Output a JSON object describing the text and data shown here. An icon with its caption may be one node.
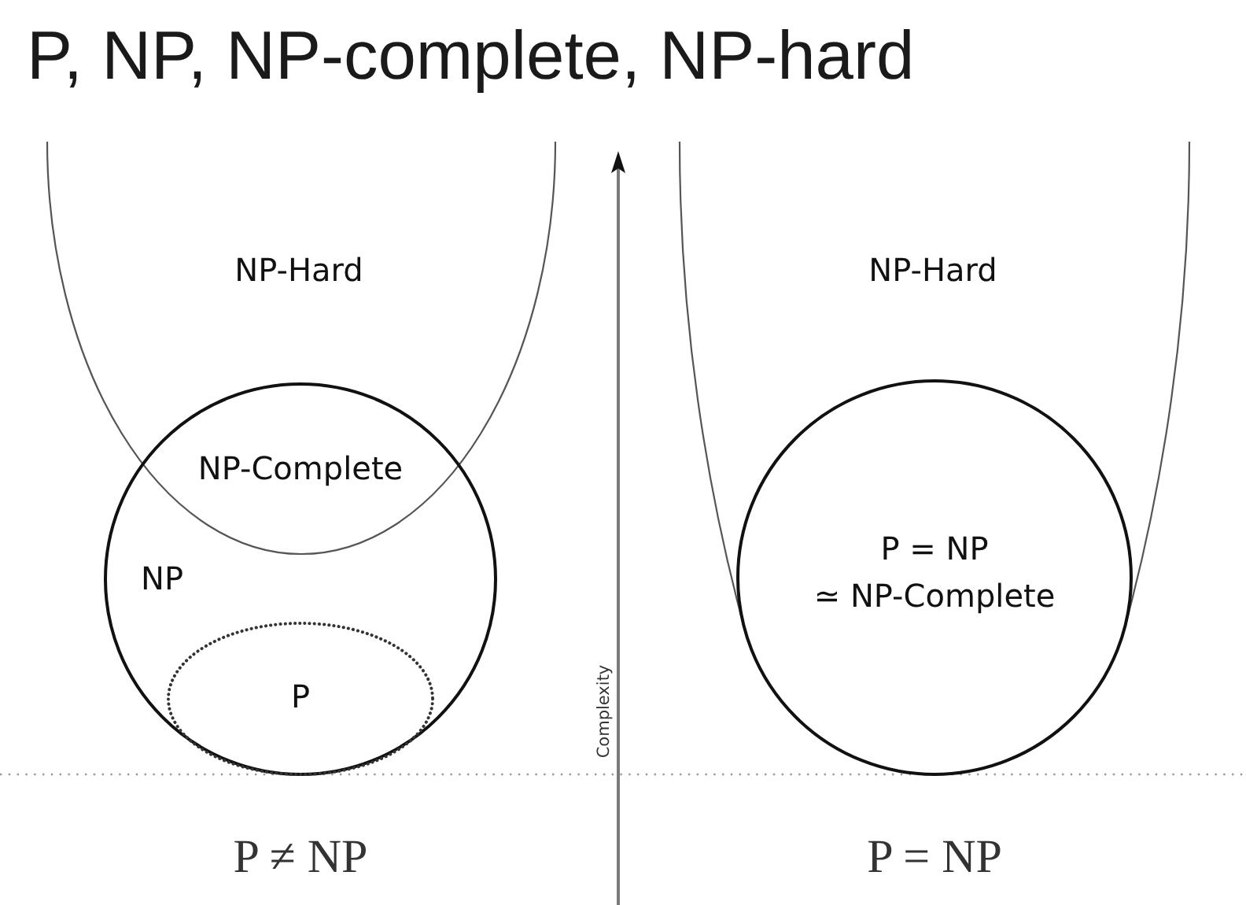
{
  "diagram": {
    "title": "P, NP, NP-complete, NP-hard",
    "nodes": [
      {
        "text": [
          "NP-Hard"
        ]
      },
      {
        "text": [
          "NP"
        ]
      },
      {
        "text": [
          "P"
        ],
        "in": 1
      },
      {
        "text": [
          "NP-Hard"
        ]
      },
      {
        "text": [
          "P = NP",
          "≃ NP-Complete"
        ],
        "in": 3
      }
    ],
    "labels": [
      "NP-Complete",
      "Complexity",
      "P ≠ NP",
      "P = NP"
    ]
  }
}
